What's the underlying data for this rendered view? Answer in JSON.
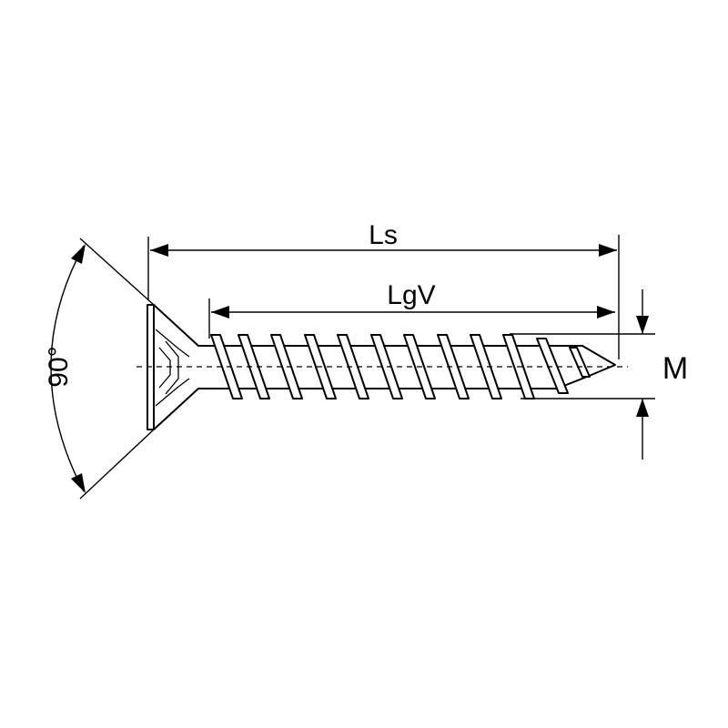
{
  "labels": {
    "length_total": "Ls",
    "thread_length": "LgV",
    "diameter": "M",
    "head_angle": "90°"
  },
  "colors": {
    "line": "#000000",
    "background": "#ffffff"
  }
}
